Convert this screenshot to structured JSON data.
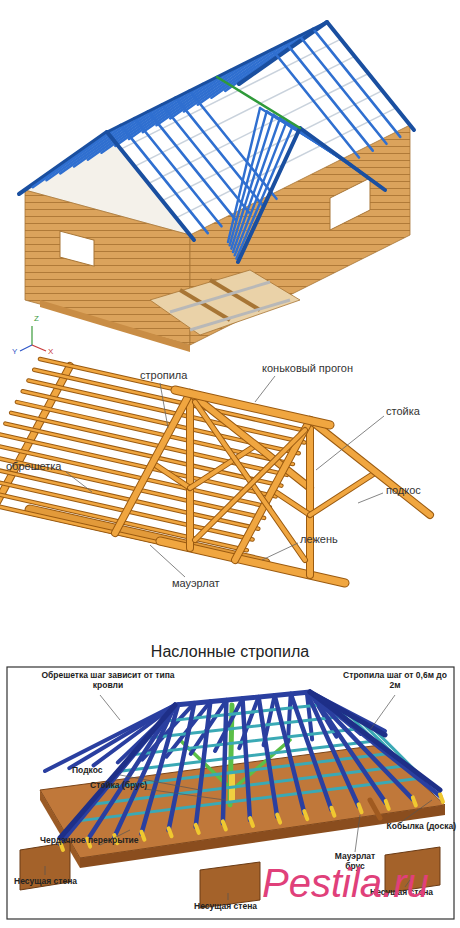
{
  "diagram": {
    "title": "Наслонные стропила",
    "labels": [
      "Z",
      "Y",
      "X",
      "стропила",
      "коньковый прогон",
      "стойка",
      "обрешетка",
      "подкос",
      "лежень",
      "мауэрлат",
      "Обрешетка шаг зависит от типа кровли",
      "Стропила шаг от 0,6м до 2м",
      "Подкос",
      "Стойка (брус)",
      "Чердачное перекрытие",
      "Несущая стена",
      "Несущая стена",
      "Несущая стена",
      "Мауэрлат брус",
      "Кобылка (доска)",
      "Pestila.ru"
    ]
  }
}
